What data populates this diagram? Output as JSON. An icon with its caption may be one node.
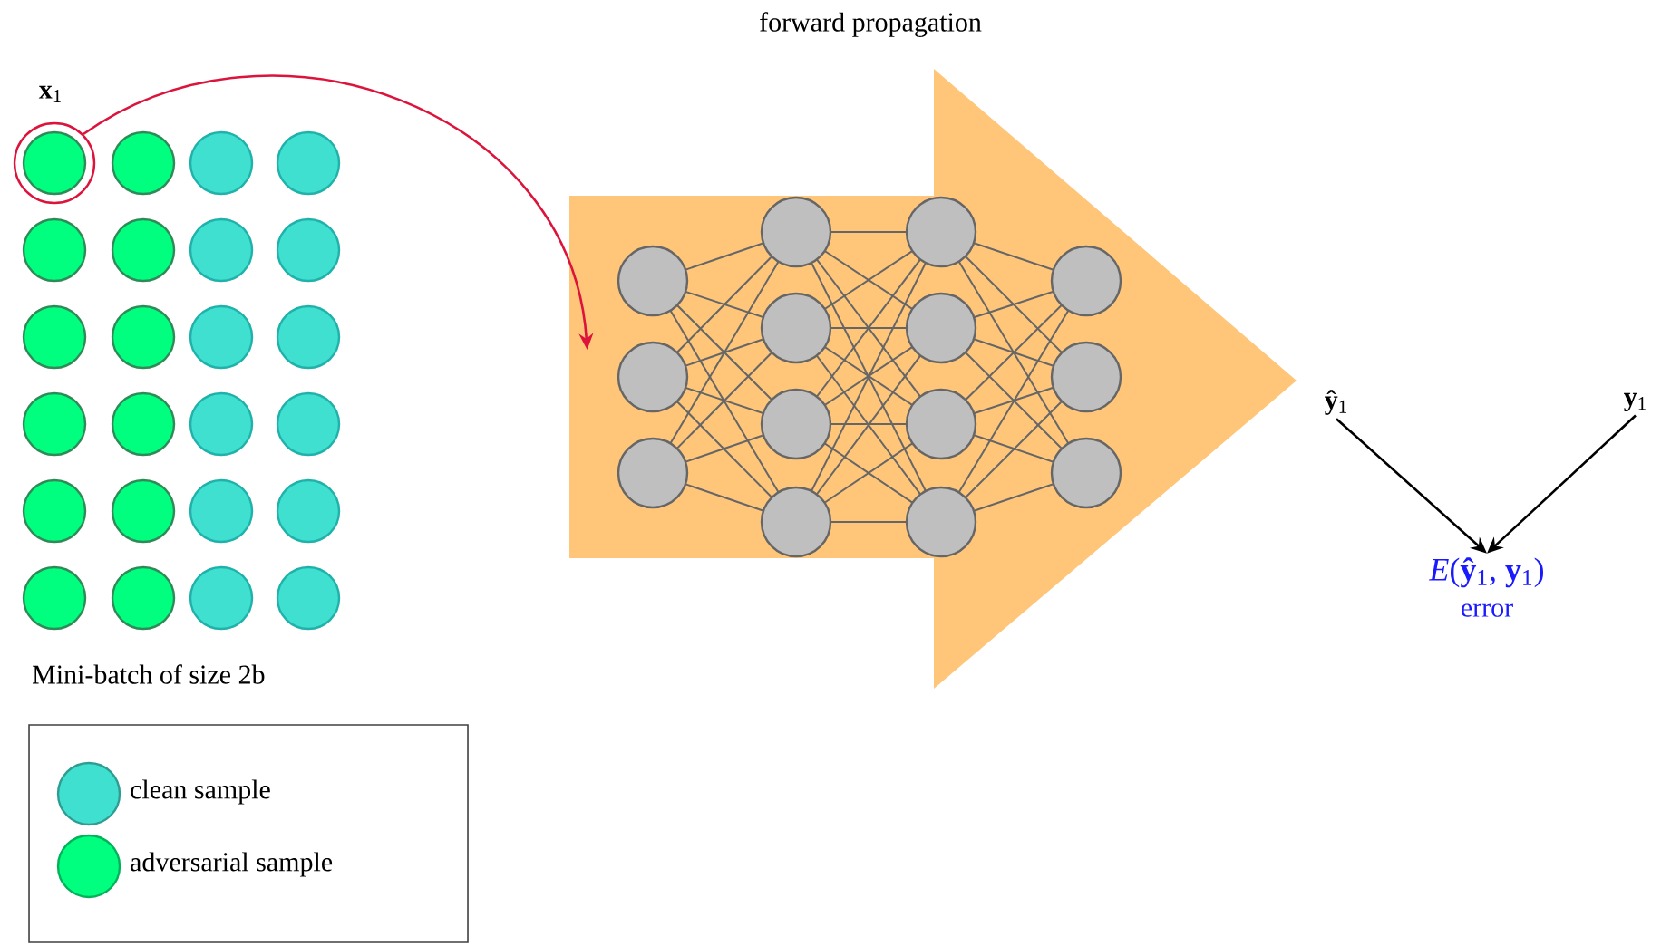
{
  "diagram": {
    "nodes": [
      {
        "text": [
          "**x**$_{1}$"
        ]
      },
      {
        "text": [
          "forward propagation"
        ]
      },
      {
        "text": [
          "**ŷ**$_{1}$"
        ]
      },
      {
        "text": [
          "**y**$_{1}$"
        ]
      },
      {
        "text": [
          "*E*(**ŷ**$_{1}$, **y**$_{1}$)",
          "error"
        ]
      }
    ],
    "edges": [
      {
        "from": 0,
        "to": 1,
        "arrow": "to",
        "color": "#dc143c"
      },
      {
        "from": 2,
        "to": 4,
        "arrow": "to"
      },
      {
        "from": 3,
        "to": 4,
        "arrow": "to"
      }
    ],
    "labels": [
      "Mini-batch of size 2b"
    ],
    "legend": [
      {
        "text": "clean sample",
        "color": "#40e0d0"
      },
      {
        "text": "adversarial sample",
        "color": "#00ff7f"
      }
    ]
  }
}
